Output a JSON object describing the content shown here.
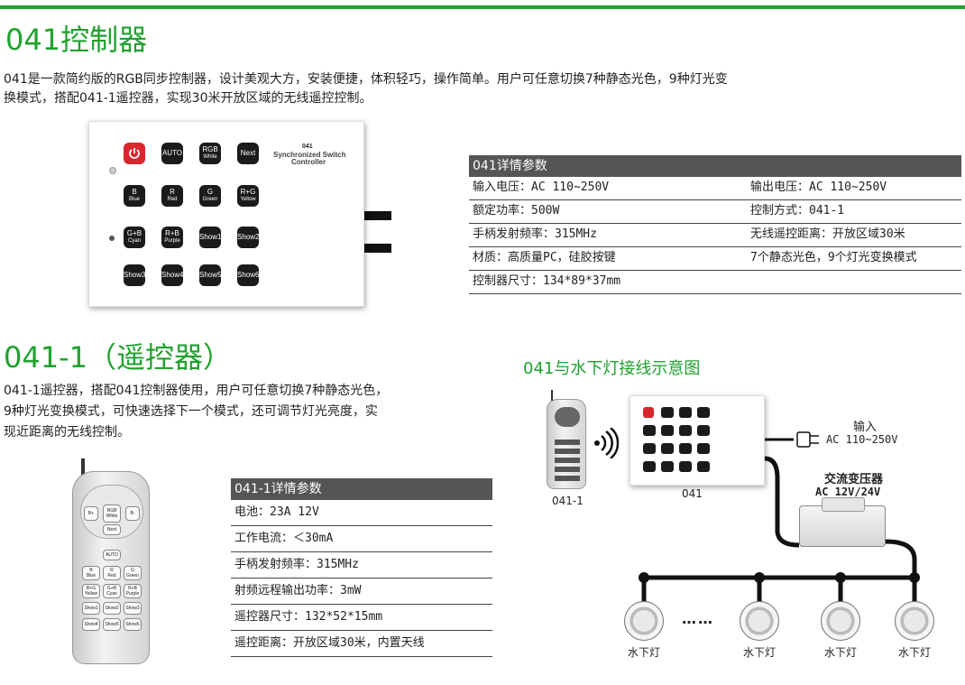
{
  "section1": {
    "title": "041控制器",
    "desc_line1": "041是一款简约版的RGB同步控制器，设计美观大方，安装便捷，体积轻巧，操作简单。用户可任意切换7种静态光色，9种灯光变",
    "desc_line2": "换模式，搭配041-1遥控器，实现30米开放区域的无线遥控控制。",
    "panel": {
      "model": "041",
      "name_line1": "Synchronized Switch",
      "name_line2": "Controller",
      "keys": [
        {
          "main": "AUTO",
          "sub": ""
        },
        {
          "main": "RGB",
          "sub": "White"
        },
        {
          "main": "Next",
          "sub": ""
        },
        {
          "main": "B",
          "sub": "Blue"
        },
        {
          "main": "R",
          "sub": "Red"
        },
        {
          "main": "G",
          "sub": "Green"
        },
        {
          "main": "R+G",
          "sub": "Yellow"
        },
        {
          "main": "G+B",
          "sub": "Cyan"
        },
        {
          "main": "R+B",
          "sub": "Purple"
        },
        {
          "main": "Show1",
          "sub": ""
        },
        {
          "main": "Show2",
          "sub": ""
        },
        {
          "main": "Show3",
          "sub": ""
        },
        {
          "main": "Show4",
          "sub": ""
        },
        {
          "main": "Show5",
          "sub": ""
        },
        {
          "main": "Show6",
          "sub": ""
        }
      ]
    },
    "table": {
      "header": "041详情参数",
      "rows": [
        [
          "输入电压：AC 110~250V",
          "输出电压：AC 110~250V"
        ],
        [
          "额定功率：500W",
          "控制方式：041-1"
        ],
        [
          "手柄发射频率：315MHz",
          "无线遥控距离：开放区域30米"
        ],
        [
          "材质：高质量PC，硅胶按键",
          "7个静态光色，9个灯光变换模式"
        ],
        [
          "控制器尺寸：134*89*37mm",
          ""
        ]
      ]
    }
  },
  "section2": {
    "title": "041-1（遥控器）",
    "desc_line1": "041-1遥控器，搭配041控制器使用，用户可任意切换7种静态光色，",
    "desc_line2": "9种灯光变换模式，可快速选择下一个模式，还可调节灯光亮度，实",
    "desc_line3": "现近距离的无线控制。",
    "remote": {
      "buttons": [
        {
          "main": "B+",
          "sub": ""
        },
        {
          "main": "RGB",
          "sub": "White"
        },
        {
          "main": "B-",
          "sub": ""
        },
        {
          "main": "Next",
          "sub": ""
        },
        {
          "main": "AUTO",
          "sub": ""
        },
        {
          "main": "B",
          "sub": "Blue"
        },
        {
          "main": "R",
          "sub": "Red"
        },
        {
          "main": "G",
          "sub": "Green"
        },
        {
          "main": "R+G",
          "sub": "Yellow"
        },
        {
          "main": "G+B",
          "sub": "Cyan"
        },
        {
          "main": "R+B",
          "sub": "Purple"
        },
        {
          "main": "Show1",
          "sub": ""
        },
        {
          "main": "Show2",
          "sub": ""
        },
        {
          "main": "Show3",
          "sub": ""
        },
        {
          "main": "Show4",
          "sub": ""
        },
        {
          "main": "Show5",
          "sub": ""
        },
        {
          "main": "Show6",
          "sub": ""
        }
      ]
    },
    "table": {
      "header": "041-1详情参数",
      "rows": [
        "电池：23A 12V",
        "工作电流：＜30mA",
        "手柄发射频率：315MHz",
        "射频远程输出功率：3mW",
        "遥控器尺寸：132*52*15mm",
        "遥控距离：开放区域30米，内置天线"
      ]
    }
  },
  "diagram": {
    "title": "041与水下灯接线示意图",
    "remote_label": "041-1",
    "controller_label": "041",
    "input_label": "输入",
    "input_value": "AC 110~250V",
    "transformer_label": "交流变压器",
    "transformer_value": "AC 12V/24V",
    "dots": "……",
    "lamps": [
      "水下灯",
      "水下灯",
      "水下灯",
      "水下灯"
    ]
  },
  "colors": {
    "accent_green": "#1fa22d",
    "table_header": "#555555",
    "power_red": "#d9262c"
  }
}
